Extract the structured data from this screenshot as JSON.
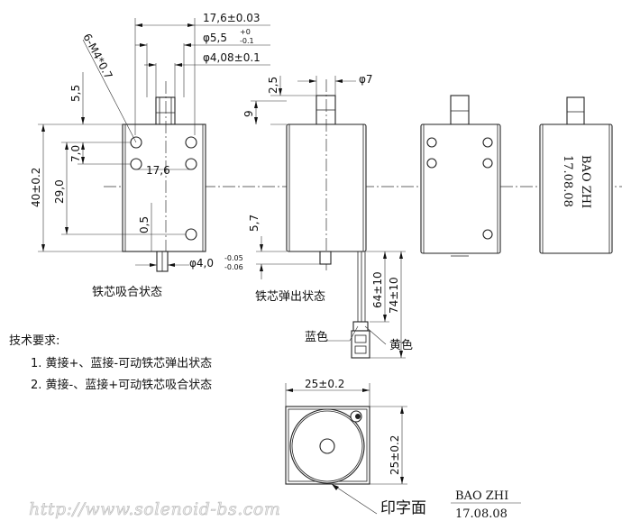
{
  "dimensions": {
    "width_total": "17,6±0.03",
    "shaft_dia_prefix": "φ5,5",
    "shaft_dia_tol_up": "+0",
    "shaft_dia_tol_down": "-0.1",
    "hole_dia": "φ4,08±0.1",
    "thread_spec": "6-M4*0.7",
    "dim_5_5": "5,5",
    "dim_7_0": "7,0",
    "dim_17_6": "17,6",
    "height_40": "40±0.2",
    "dim_29": "29,0",
    "dim_0_5": "0,5",
    "pin_dia_prefix": "φ4,0",
    "pin_dia_tol_up": "-0.05",
    "pin_dia_tol_down": "-0.06",
    "dim_2_5": "2,5",
    "dim_phi7": "φ7",
    "dim_9": "9",
    "dim_5_7": "5,7",
    "dim_64": "64±10",
    "dim_74": "74±10",
    "dim_25_w": "25±0.2",
    "dim_25_h": "25±0.2"
  },
  "labels": {
    "state_attract": "铁芯吸合状态",
    "state_eject": "铁芯弹出状态",
    "wire_blue": "蓝色",
    "wire_yellow": "黄色",
    "print_face": "印字面"
  },
  "side_print": {
    "line1": "BAO  ZHI",
    "line2": "17.08.08"
  },
  "bottom_print": {
    "line1": "BAO  ZHI",
    "line2": "17.08.08"
  },
  "tech_req": {
    "title": "技术要求:",
    "item1": "1. 黄接+、蓝接-可动铁芯弹出状态",
    "item2": "2. 黄接-、蓝接+可动铁芯吸合状态"
  },
  "watermark": "http://www.solenoid-bs.com"
}
